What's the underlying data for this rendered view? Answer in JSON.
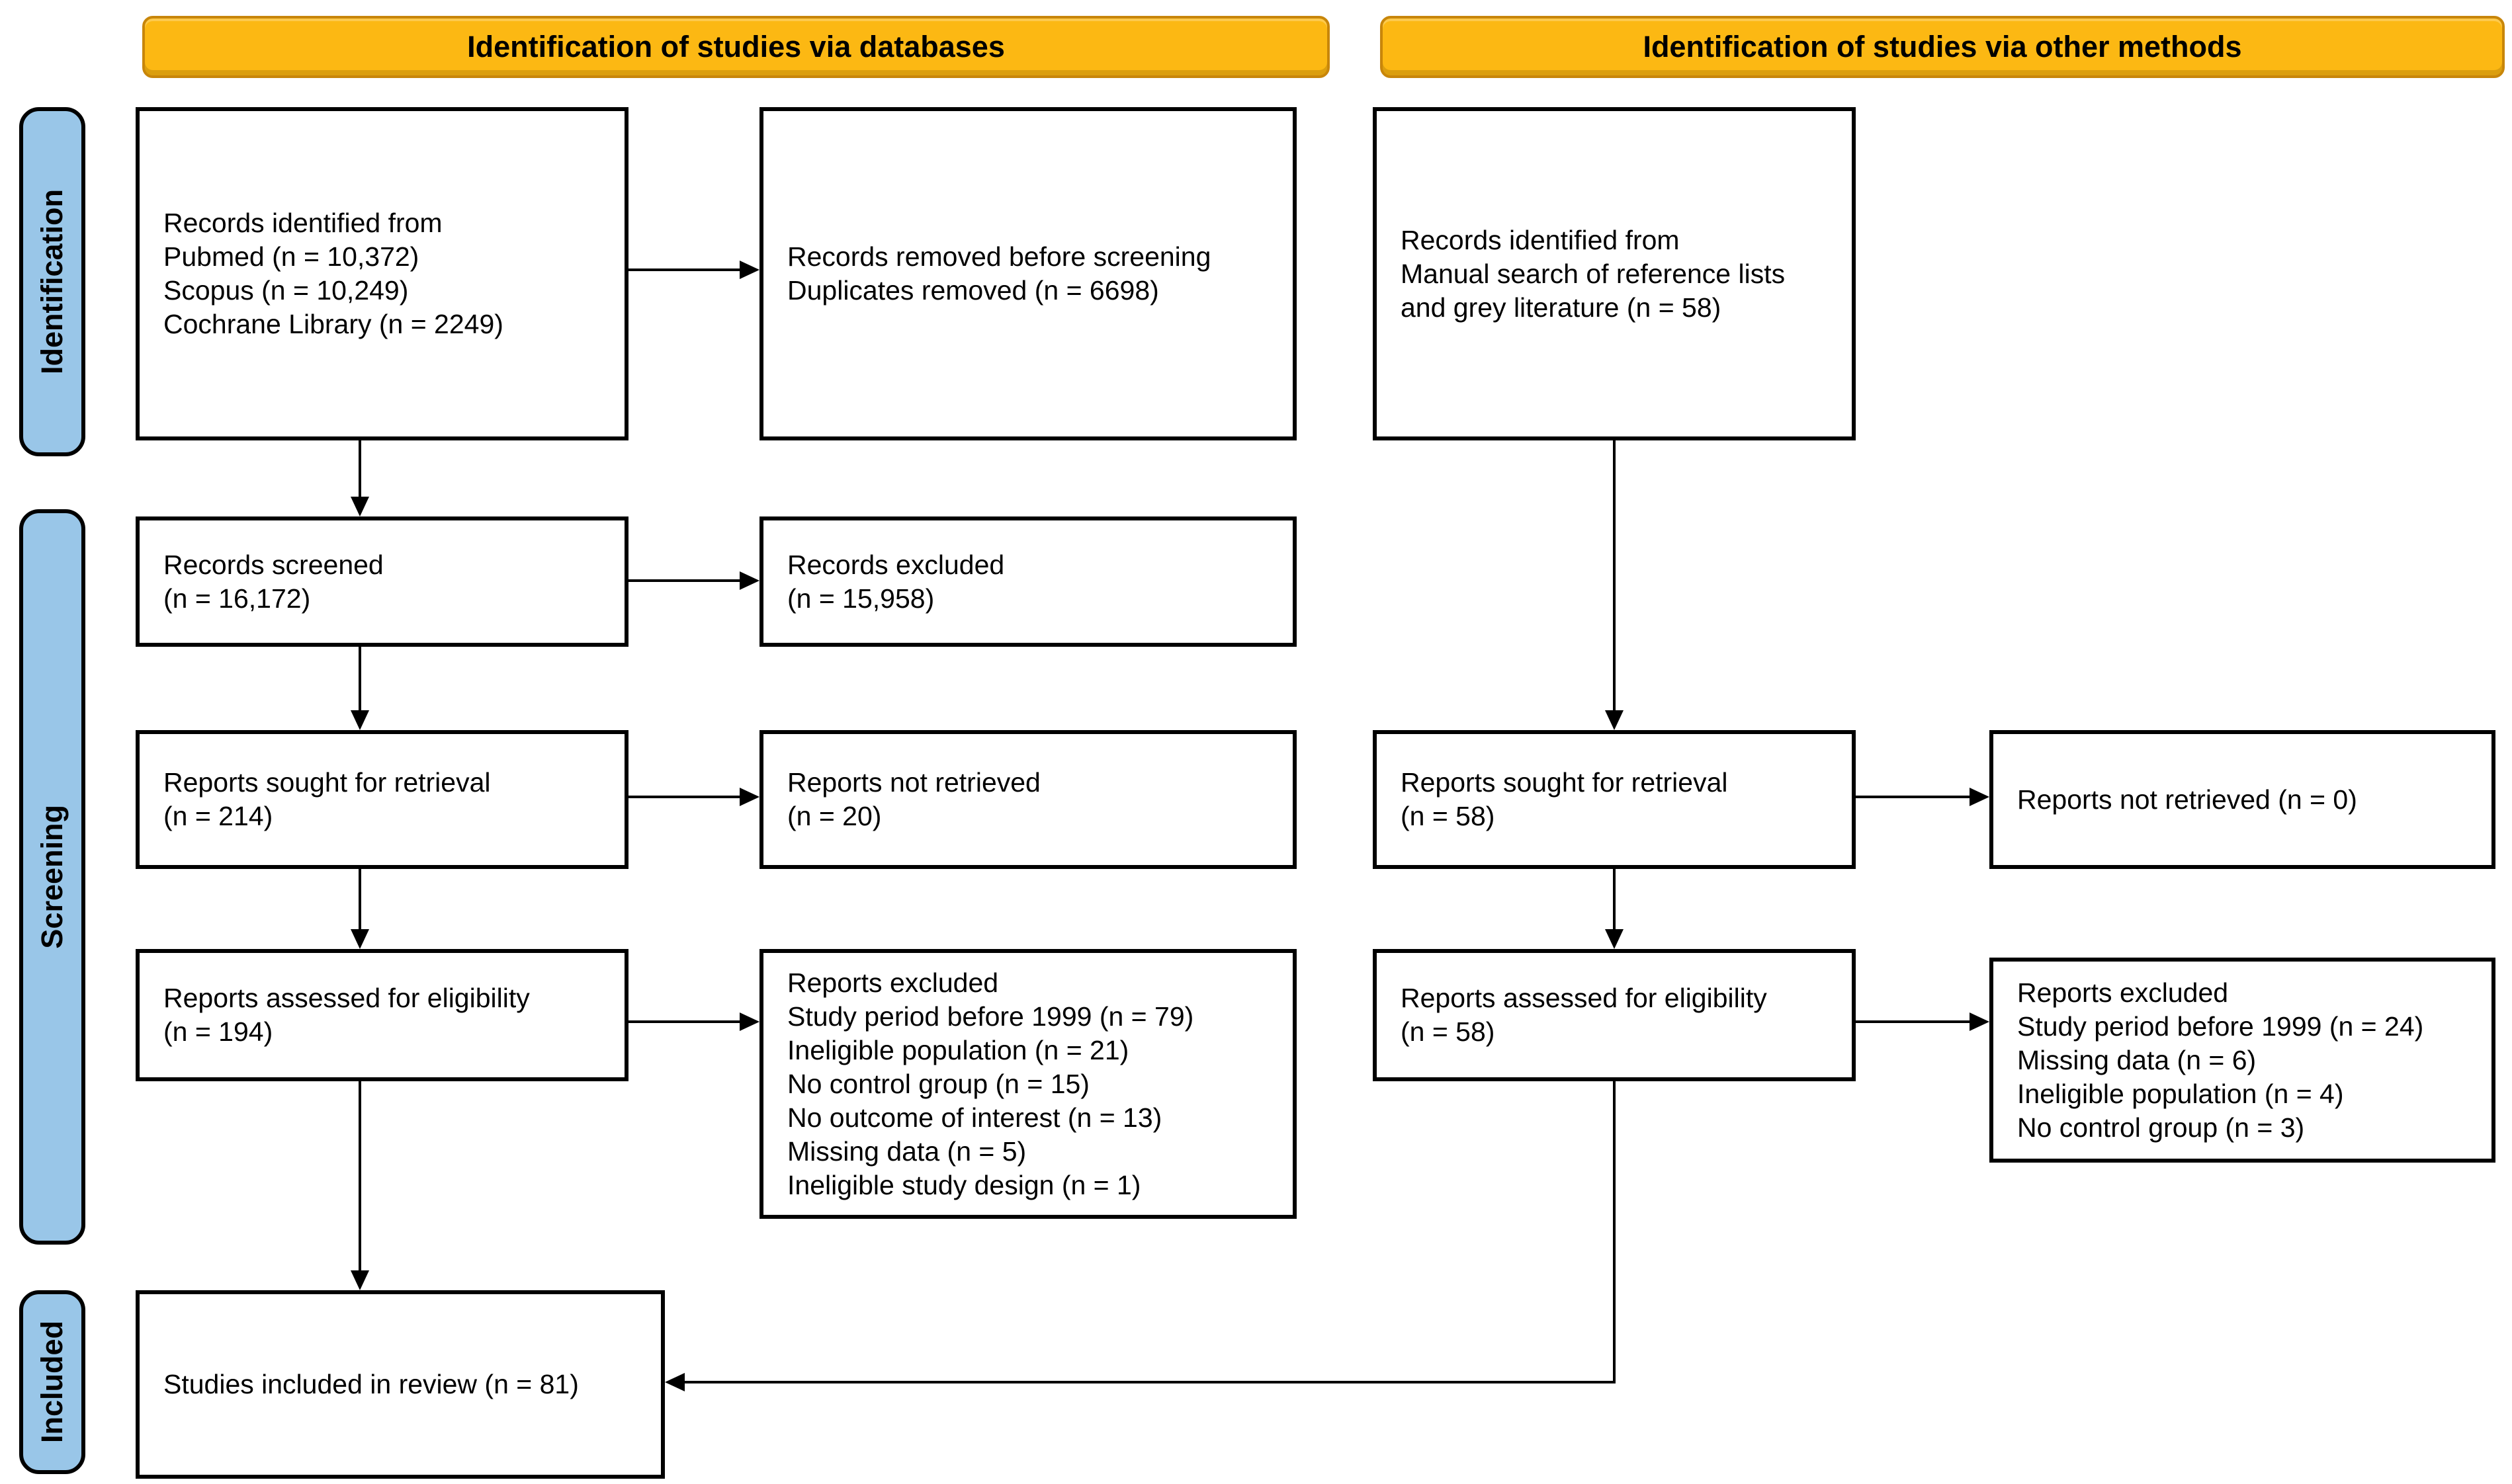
{
  "header": {
    "banner_databases": "Identification of studies via databases",
    "banner_other": "Identification of studies via other methods"
  },
  "sidebar": {
    "identification": "Identification",
    "screening": "Screening",
    "included": "Included"
  },
  "colors": {
    "banner_fill": "#FCB813",
    "banner_border": "#C8860A",
    "stage_fill": "#99C6E8",
    "box_fill": "#FFFFFF",
    "box_border": "#000000",
    "text": "#000000"
  },
  "boxes": {
    "db_identified": "Records identified from\nPubmed (n = 10,372)\nScopus (n = 10,249)\nCochrane Library (n = 2249)",
    "db_removed": "Records removed before screening\nDuplicates removed  (n = 6698)",
    "other_identified": "Records identified from\nManual search of reference lists\nand grey literature (n = 58)",
    "db_screened": "Records screened\n(n = 16,172)",
    "db_excluded": "Records excluded\n(n = 15,958)",
    "db_sought": "Reports sought for retrieval\n(n = 214)",
    "db_not_retrieved": "Reports not retrieved\n(n = 20)",
    "other_sought": "Reports sought for retrieval\n(n = 58)",
    "other_not_retrieved": "Reports not retrieved (n = 0)",
    "db_assessed": "Reports assessed for eligibility\n(n = 194)",
    "db_reports_excluded": "Reports excluded\nStudy period before 1999 (n = 79)\nIneligible population (n = 21)\nNo control group (n = 15)\nNo outcome of interest (n = 13)\nMissing data (n = 5)\nIneligible study design (n = 1)",
    "other_assessed": "Reports assessed for eligibility\n(n = 58)",
    "other_reports_excluded": "Reports excluded\nStudy period before 1999 (n = 24)\nMissing data (n = 6)\nIneligible population (n = 4)\nNo control group (n = 3)",
    "included": "Studies included in review (n = 81)"
  }
}
